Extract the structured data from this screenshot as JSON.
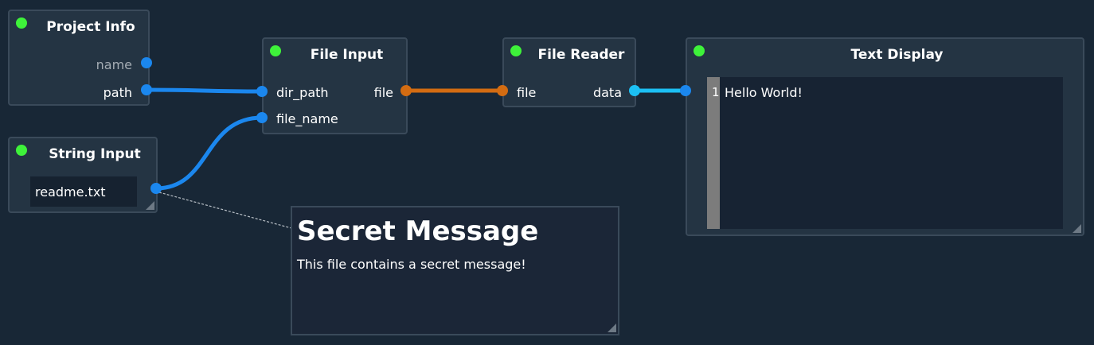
{
  "colors": {
    "background": "#182736",
    "node_bg": "#243443",
    "node_border": "#3a4a5a",
    "status_ok": "#3ef23a",
    "port_blue": "#1b87ee",
    "port_orange": "#d36c12",
    "port_cyan": "#1cc0f4",
    "wire_blue": "#1b87ee",
    "wire_orange": "#d36c12",
    "wire_cyan": "#1cc0f4"
  },
  "project_info": {
    "title": "Project Info",
    "outputs": {
      "name": "name",
      "path": "path"
    }
  },
  "string_input": {
    "title": "String Input",
    "value": "readme.txt"
  },
  "file_input": {
    "title": "File Input",
    "inputs": {
      "dir_path": "dir_path",
      "file_name": "file_name"
    },
    "outputs": {
      "file": "file"
    }
  },
  "file_reader": {
    "title": "File Reader",
    "inputs": {
      "file": "file"
    },
    "outputs": {
      "data": "data"
    }
  },
  "text_display": {
    "title": "Text Display",
    "line_number": "1",
    "content": "Hello World!"
  },
  "note": {
    "title": "Secret Message",
    "body": "This file contains a secret message!"
  }
}
